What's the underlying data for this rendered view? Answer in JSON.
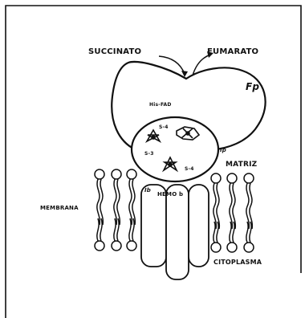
{
  "labels": {
    "succinato": "SUCCINATO",
    "fumarato": "FUMARATO",
    "fp": "Fp",
    "his_fad": "His-FAD",
    "cluster_s4_top": "S-4",
    "ip": "Ip",
    "cluster_s3": "S-3",
    "cluster_s4_bottom": "S-4",
    "matriz": "MATRIZ",
    "ib": "Ib",
    "hemo_b": "HEMO b",
    "membrana": "MEMBRANA",
    "citoplasma": "CITOPLASMA"
  },
  "colors": {
    "ink": "#111111",
    "background": "#ffffff"
  }
}
